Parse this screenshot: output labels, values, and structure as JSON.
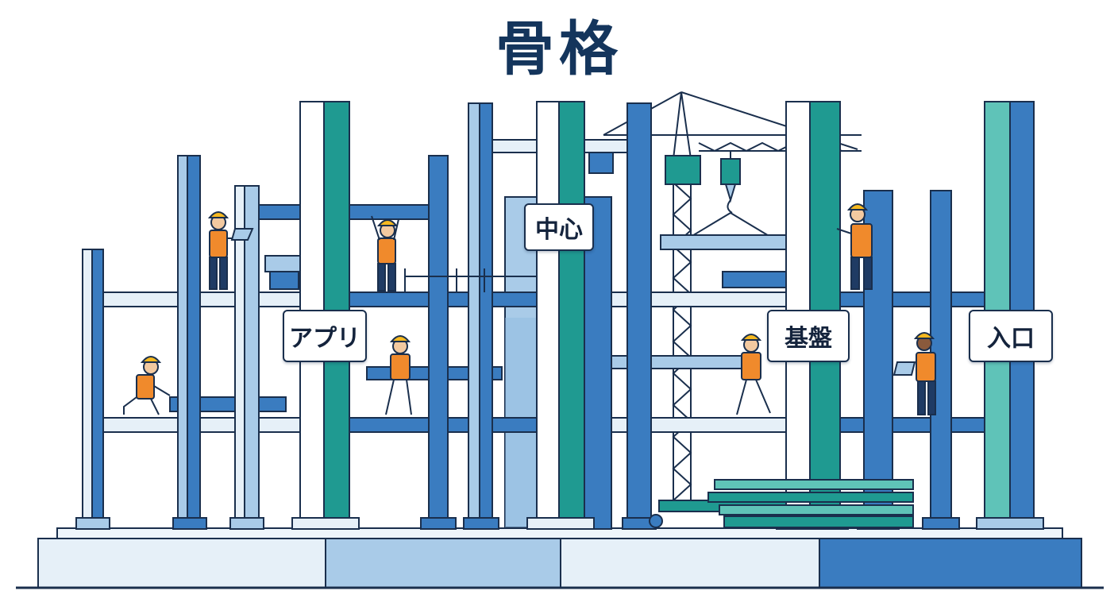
{
  "title": "骨格",
  "labels": {
    "app": "アプリ",
    "core": "中心",
    "base": "基盤",
    "entry": "入口"
  },
  "colors": {
    "title": "#14355c",
    "outline": "#1a2f4d",
    "blue": "#3a7cc0",
    "blue_light": "#a9cbe8",
    "blue_pale": "#e6f0f8",
    "teal": "#1f9a91",
    "teal_light": "#5fc3b8",
    "worker_vest": "#f08a2c",
    "worker_helmet": "#f5b820"
  }
}
